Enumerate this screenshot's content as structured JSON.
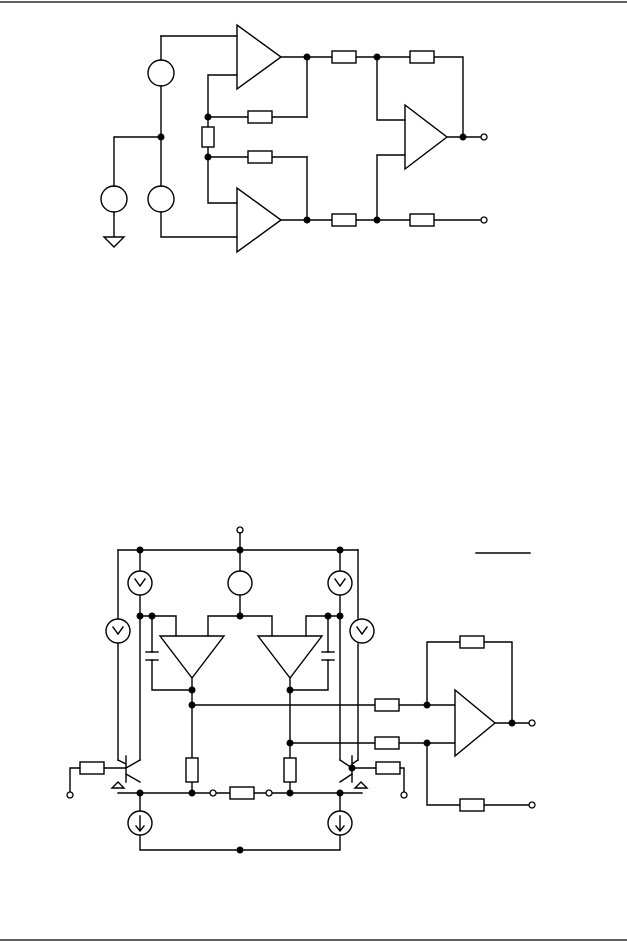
{
  "colors": {
    "ink": "#000000",
    "background": "#ffffff"
  },
  "figures": [
    {
      "id": "top-circuit",
      "description_elements": [
        "op-amp",
        "resistor",
        "current-source",
        "ground",
        "junction-dot",
        "terminal"
      ]
    },
    {
      "id": "bottom-circuit",
      "description_elements": [
        "op-amp",
        "resistor",
        "capacitor",
        "transistor",
        "current-source",
        "junction-dot",
        "terminal"
      ]
    }
  ]
}
